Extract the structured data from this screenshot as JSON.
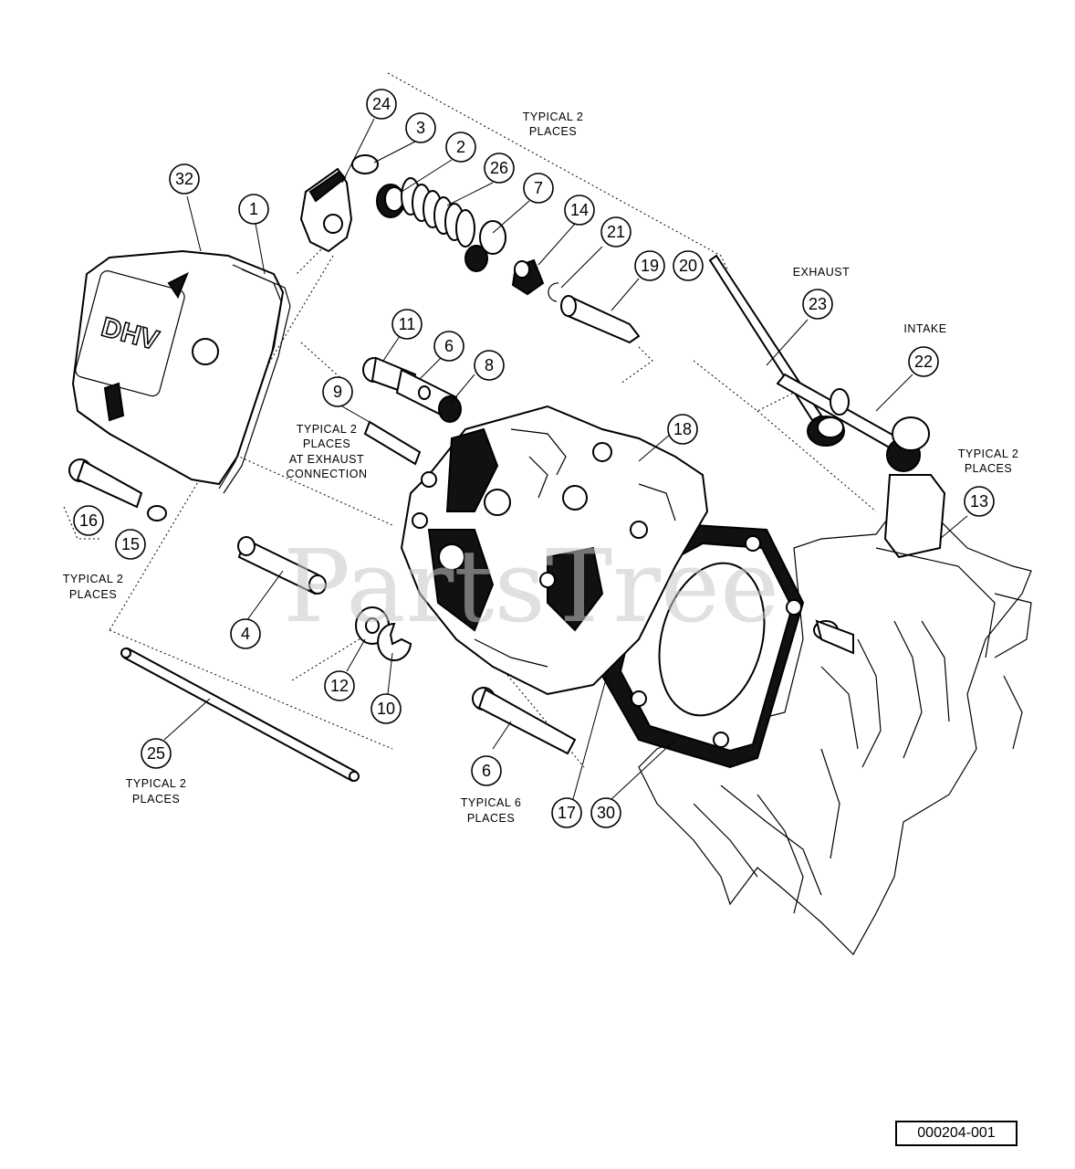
{
  "callouts": [
    "24",
    "3",
    "2",
    "26",
    "7",
    "14",
    "21",
    "19",
    "20",
    "32",
    "1",
    "11",
    "6",
    "8",
    "9",
    "18",
    "23",
    "22",
    "13",
    "16",
    "15",
    "4",
    "12",
    "10",
    "6",
    "25",
    "17",
    "30"
  ],
  "notes": {
    "typical2_top": [
      "TYPICAL 2",
      "PLACES"
    ],
    "exhaust": "EXHAUST",
    "intake": "INTAKE",
    "typical2_exhaust_conn": [
      "TYPICAL 2",
      "PLACES",
      "AT EXHAUST",
      "CONNECTION"
    ],
    "typical2_right": [
      "TYPICAL 2",
      "PLACES"
    ],
    "typical2_left": [
      "TYPICAL 2",
      "PLACES"
    ],
    "typical2_pushrod": [
      "TYPICAL 2",
      "PLACES"
    ],
    "typical6": [
      "TYPICAL 6",
      "PLACES"
    ]
  },
  "watermark": "PartsTree",
  "reference_number": "000204-001"
}
